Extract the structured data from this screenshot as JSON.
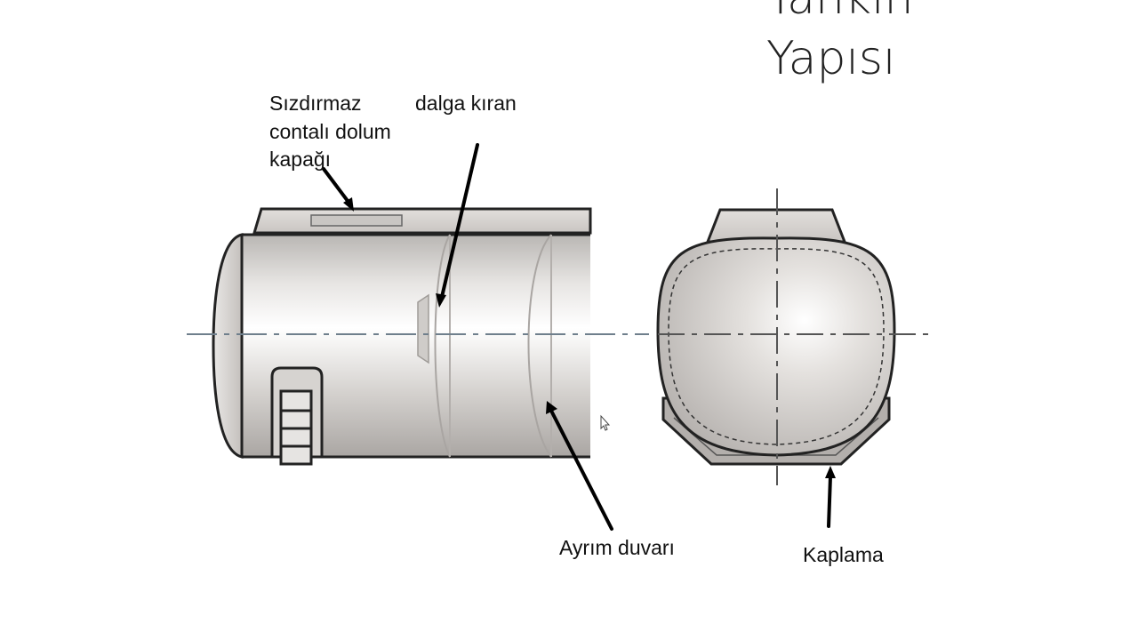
{
  "title": {
    "line1": "Tankın",
    "line2": "Yapısı"
  },
  "labels": {
    "fill_cap": [
      "Sızdırmaz",
      "contalı dolum",
      "kapağı"
    ],
    "wave_breaker": "dalga kıran",
    "partition_wall": "Ayrım duvarı",
    "coating": "Kaplama"
  }
}
